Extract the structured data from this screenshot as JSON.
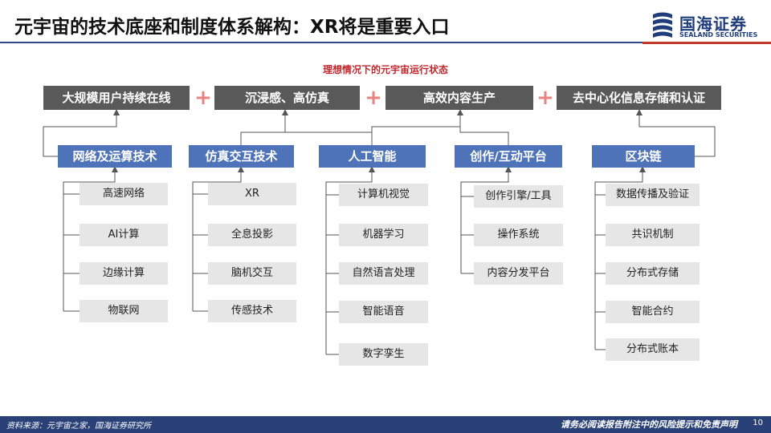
{
  "header": {
    "title": "元宇宙的技术底座和制度体系解构：XR将是重要入口",
    "brand_cn": "国海证券",
    "brand_en": "SEALAND SECURITIES"
  },
  "diagram": {
    "subtitle": "理想情况下的元宇宙运行状态",
    "plus_symbol": "+",
    "top_items": [
      "大规模用户持续在线",
      "沉浸感、高仿真",
      "高效内容生产",
      "去中心化信息存储和认证"
    ],
    "columns": [
      {
        "label": "网络及运算技术",
        "leaves": [
          "高速网络",
          "AI计算",
          "边缘计算",
          "物联网"
        ]
      },
      {
        "label": "仿真交互技术",
        "leaves": [
          "XR",
          "全息投影",
          "脑机交互",
          "传感技术"
        ]
      },
      {
        "label": "人工智能",
        "leaves": [
          "计算机视觉",
          "机器学习",
          "自然语言处理",
          "智能语音",
          "数字孪生"
        ]
      },
      {
        "label": "创作/互动平台",
        "leaves": [
          "创作引擎/工具",
          "操作系统",
          "内容分发平台"
        ]
      },
      {
        "label": "区块链",
        "leaves": [
          "数据传播及验证",
          "共识机制",
          "分布式存储",
          "智能合约",
          "分布式账本"
        ]
      }
    ]
  },
  "footer": {
    "source": "资料来源：元宇宙之家，国海证券研究所",
    "disclaimer": "请务必阅读报告附注中的风险提示和免责声明",
    "page_number": "10"
  },
  "colors": {
    "top_box": "#595959",
    "mid_box": "#4e73b8",
    "leaf_box": "#e6e6e6",
    "plus": "#e8837f",
    "subtitle": "#c0282f",
    "footer_bar": "#2a4178",
    "accent_red": "#c0392b"
  }
}
